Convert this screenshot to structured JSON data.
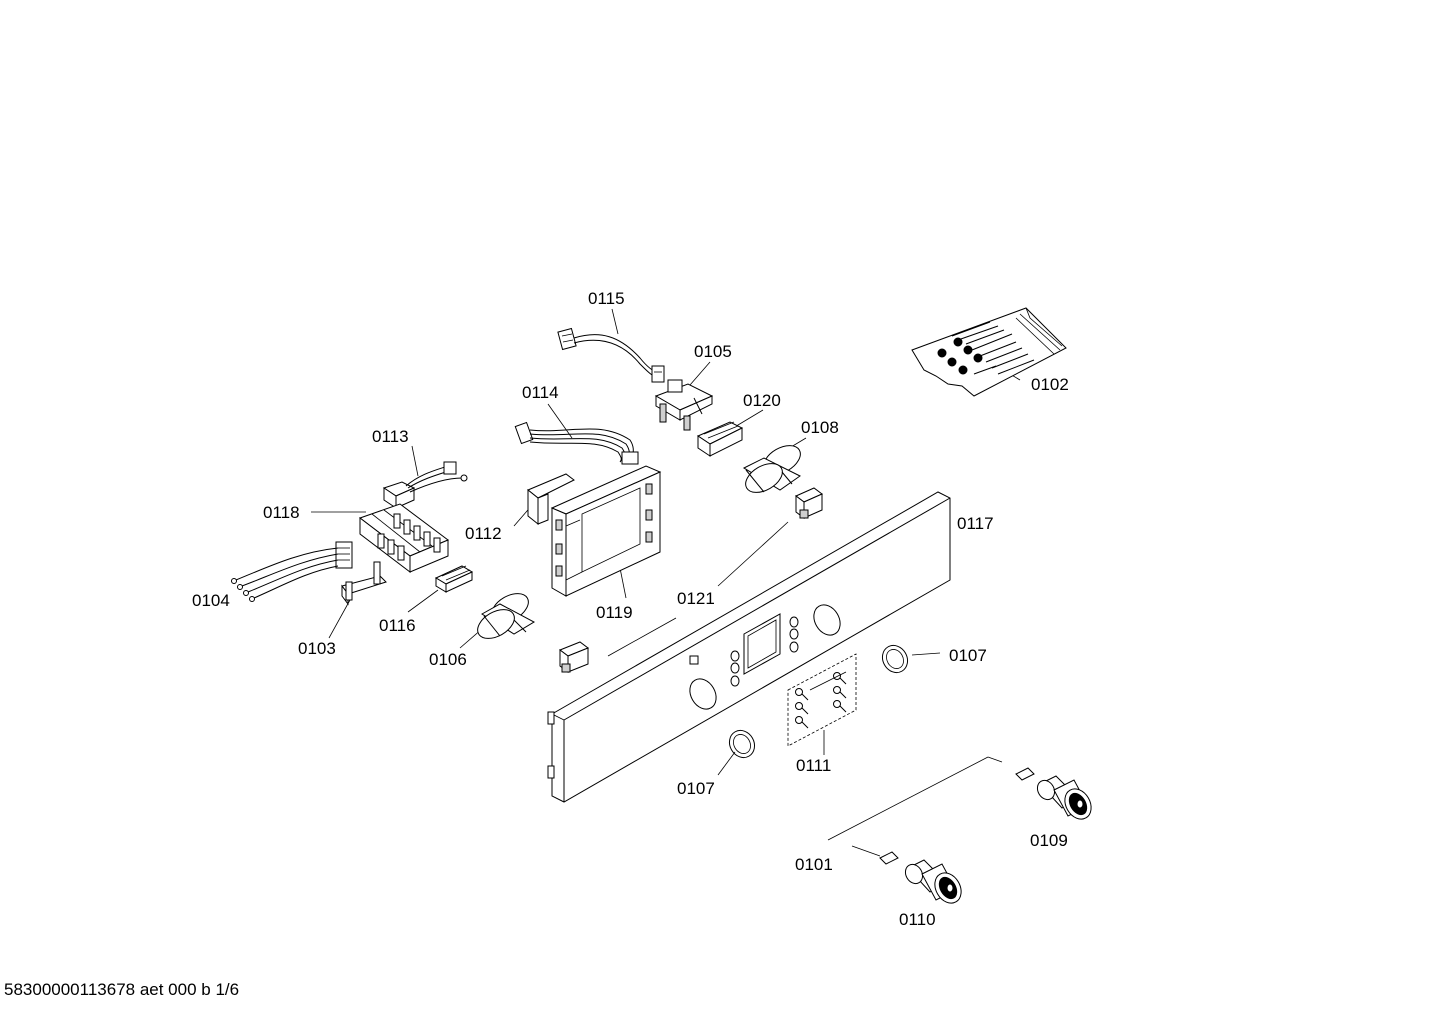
{
  "document": {
    "footer_id": "58300000113678 aet 000 b 1/6"
  },
  "parts": [
    {
      "key": "0101",
      "label": "0101"
    },
    {
      "key": "0102",
      "label": "0102"
    },
    {
      "key": "0103",
      "label": "0103"
    },
    {
      "key": "0104",
      "label": "0104"
    },
    {
      "key": "0105",
      "label": "0105"
    },
    {
      "key": "0106",
      "label": "0106"
    },
    {
      "key": "0107a",
      "label": "0107"
    },
    {
      "key": "0107b",
      "label": "0107"
    },
    {
      "key": "0108",
      "label": "0108"
    },
    {
      "key": "0109",
      "label": "0109"
    },
    {
      "key": "0110",
      "label": "0110"
    },
    {
      "key": "0111",
      "label": "0111"
    },
    {
      "key": "0112",
      "label": "0112"
    },
    {
      "key": "0113",
      "label": "0113"
    },
    {
      "key": "0114",
      "label": "0114"
    },
    {
      "key": "0115",
      "label": "0115"
    },
    {
      "key": "0116",
      "label": "0116"
    },
    {
      "key": "0117",
      "label": "0117"
    },
    {
      "key": "0118",
      "label": "0118"
    },
    {
      "key": "0119",
      "label": "0119"
    },
    {
      "key": "0120",
      "label": "0120"
    },
    {
      "key": "0121",
      "label": "0121"
    }
  ]
}
